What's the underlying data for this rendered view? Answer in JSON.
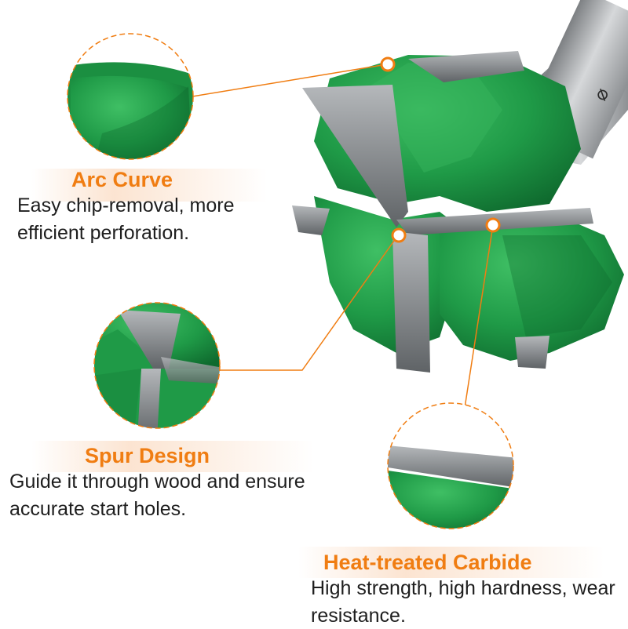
{
  "colors": {
    "accent_orange": "#f07d12",
    "green_body": "#1f9a47",
    "green_dark": "#137433",
    "green_light": "#3fbf64",
    "carbide_grey": "#8a8d90",
    "shank_grey": "#a9abad",
    "text_dark": "#1e1e1e"
  },
  "callouts": {
    "arc": {
      "title": "Arc Curve",
      "description": "Easy chip-removal, more efficient perforation."
    },
    "spur": {
      "title": "Spur Design",
      "description": "Guide it through wood and ensure accurate start holes."
    },
    "carbide": {
      "title": "Heat-treated Carbide",
      "description": "High strength, high hardness, wear resistance."
    }
  },
  "shank": {
    "marking": "⌀"
  },
  "icons": [
    "arc-zoom-icon",
    "spur-zoom-icon",
    "carbide-zoom-icon"
  ]
}
